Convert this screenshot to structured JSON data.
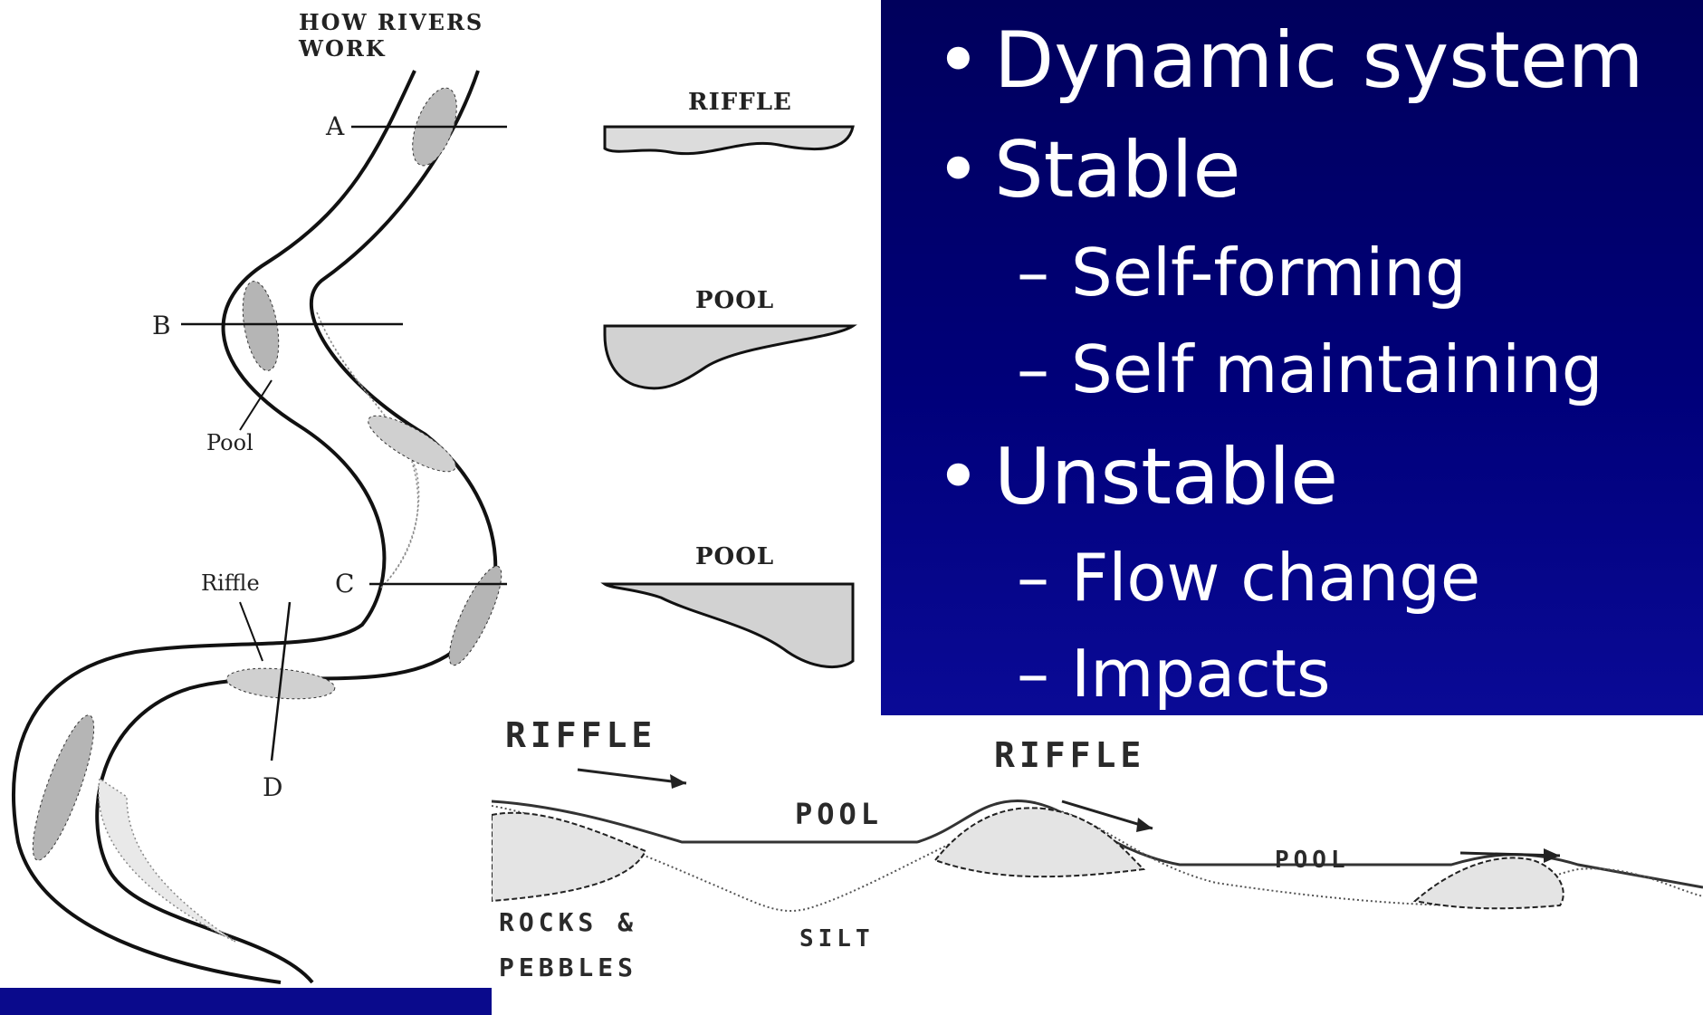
{
  "left_diagram": {
    "title": "HOW RIVERS WORK",
    "points": [
      "A",
      "B",
      "C",
      "D"
    ],
    "labels": {
      "pool": "Pool",
      "riffle": "Riffle"
    }
  },
  "cross_sections": [
    "RIFFLE",
    "POOL",
    "POOL"
  ],
  "bullets": [
    {
      "text": "Dynamic system",
      "sub": []
    },
    {
      "text": "Stable",
      "sub": [
        "Self-forming",
        "Self maintaining"
      ]
    },
    {
      "text": "Unstable",
      "sub": [
        "Flow change",
        "Impacts"
      ]
    }
  ],
  "bullet_symbol": "•",
  "dash_symbol": "–",
  "profile_labels": {
    "riffle_1": "RIFFLE",
    "riffle_2": "RIFFLE",
    "pool_1": "POOL",
    "pool_2": "POOL",
    "rocks_line1": "ROCKS &",
    "rocks_line2": "PEBBLES",
    "silt": "SILT"
  },
  "colors": {
    "panel_bg": "#00007a",
    "bar": "#0a0a8c",
    "text_light": "#ffffff"
  }
}
